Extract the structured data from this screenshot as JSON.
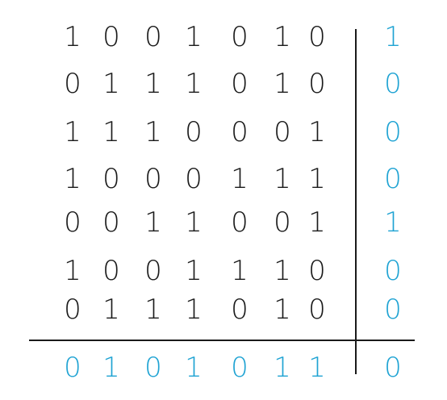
{
  "grid": {
    "rows": [
      [
        "1",
        "0",
        "0",
        "1",
        "0",
        "1",
        "0"
      ],
      [
        "0",
        "1",
        "1",
        "1",
        "0",
        "1",
        "0"
      ],
      [
        "1",
        "1",
        "1",
        "0",
        "0",
        "0",
        "1"
      ],
      [
        "1",
        "0",
        "0",
        "0",
        "1",
        "1",
        "1"
      ],
      [
        "0",
        "0",
        "1",
        "1",
        "0",
        "0",
        "1"
      ],
      [
        "1",
        "0",
        "0",
        "1",
        "1",
        "1",
        "0"
      ],
      [
        "0",
        "1",
        "1",
        "1",
        "0",
        "1",
        "0"
      ]
    ],
    "row_parity": [
      "1",
      "0",
      "0",
      "0",
      "1",
      "0",
      "0"
    ],
    "column_parity": [
      "0",
      "1",
      "0",
      "1",
      "0",
      "1",
      "1"
    ],
    "corner_parity": "0"
  },
  "colors": {
    "data_digit": "#1a1a1a",
    "parity_digit": "#1fa3d3",
    "line": "#1a1a1a"
  }
}
